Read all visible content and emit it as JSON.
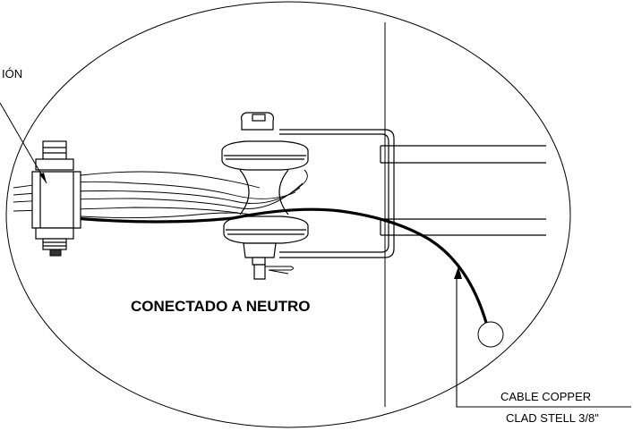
{
  "labels": {
    "clamp_label_fragment": "IÓN",
    "main_label": "CONECTADO A NEUTRO",
    "cable_line1": "CABLE COPPER",
    "cable_line2": "CLAD STELL 3/8\""
  }
}
